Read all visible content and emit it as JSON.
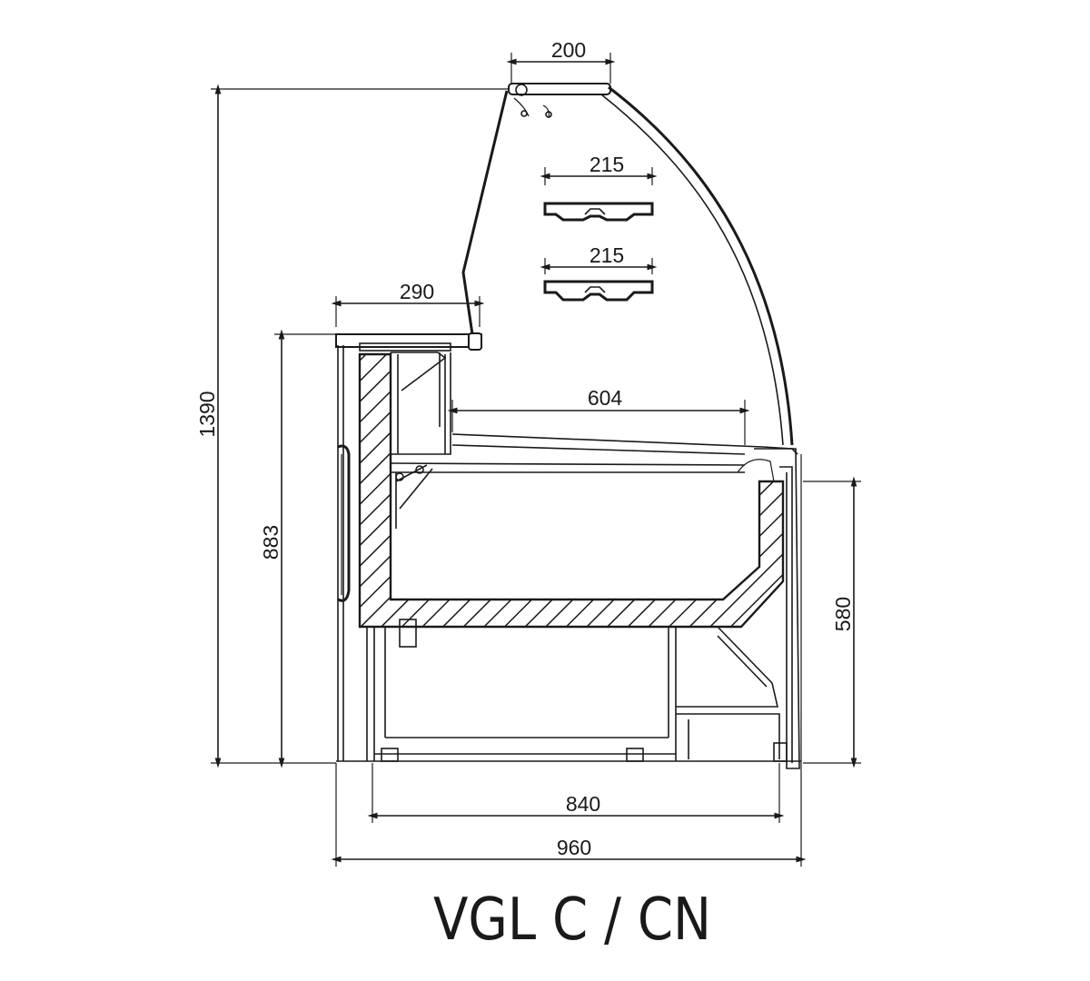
{
  "title": "VGL C / CN",
  "dimensions": {
    "total_height": "1390",
    "counter_height": "883",
    "base_height": "580",
    "top_depth": "200",
    "shelf_upper_depth": "215",
    "shelf_lower_depth": "215",
    "worktop_depth": "290",
    "display_depth": "604",
    "base_depth": "840",
    "total_depth": "960"
  },
  "colors": {
    "line": "#1a1a1a",
    "background": "#ffffff"
  }
}
